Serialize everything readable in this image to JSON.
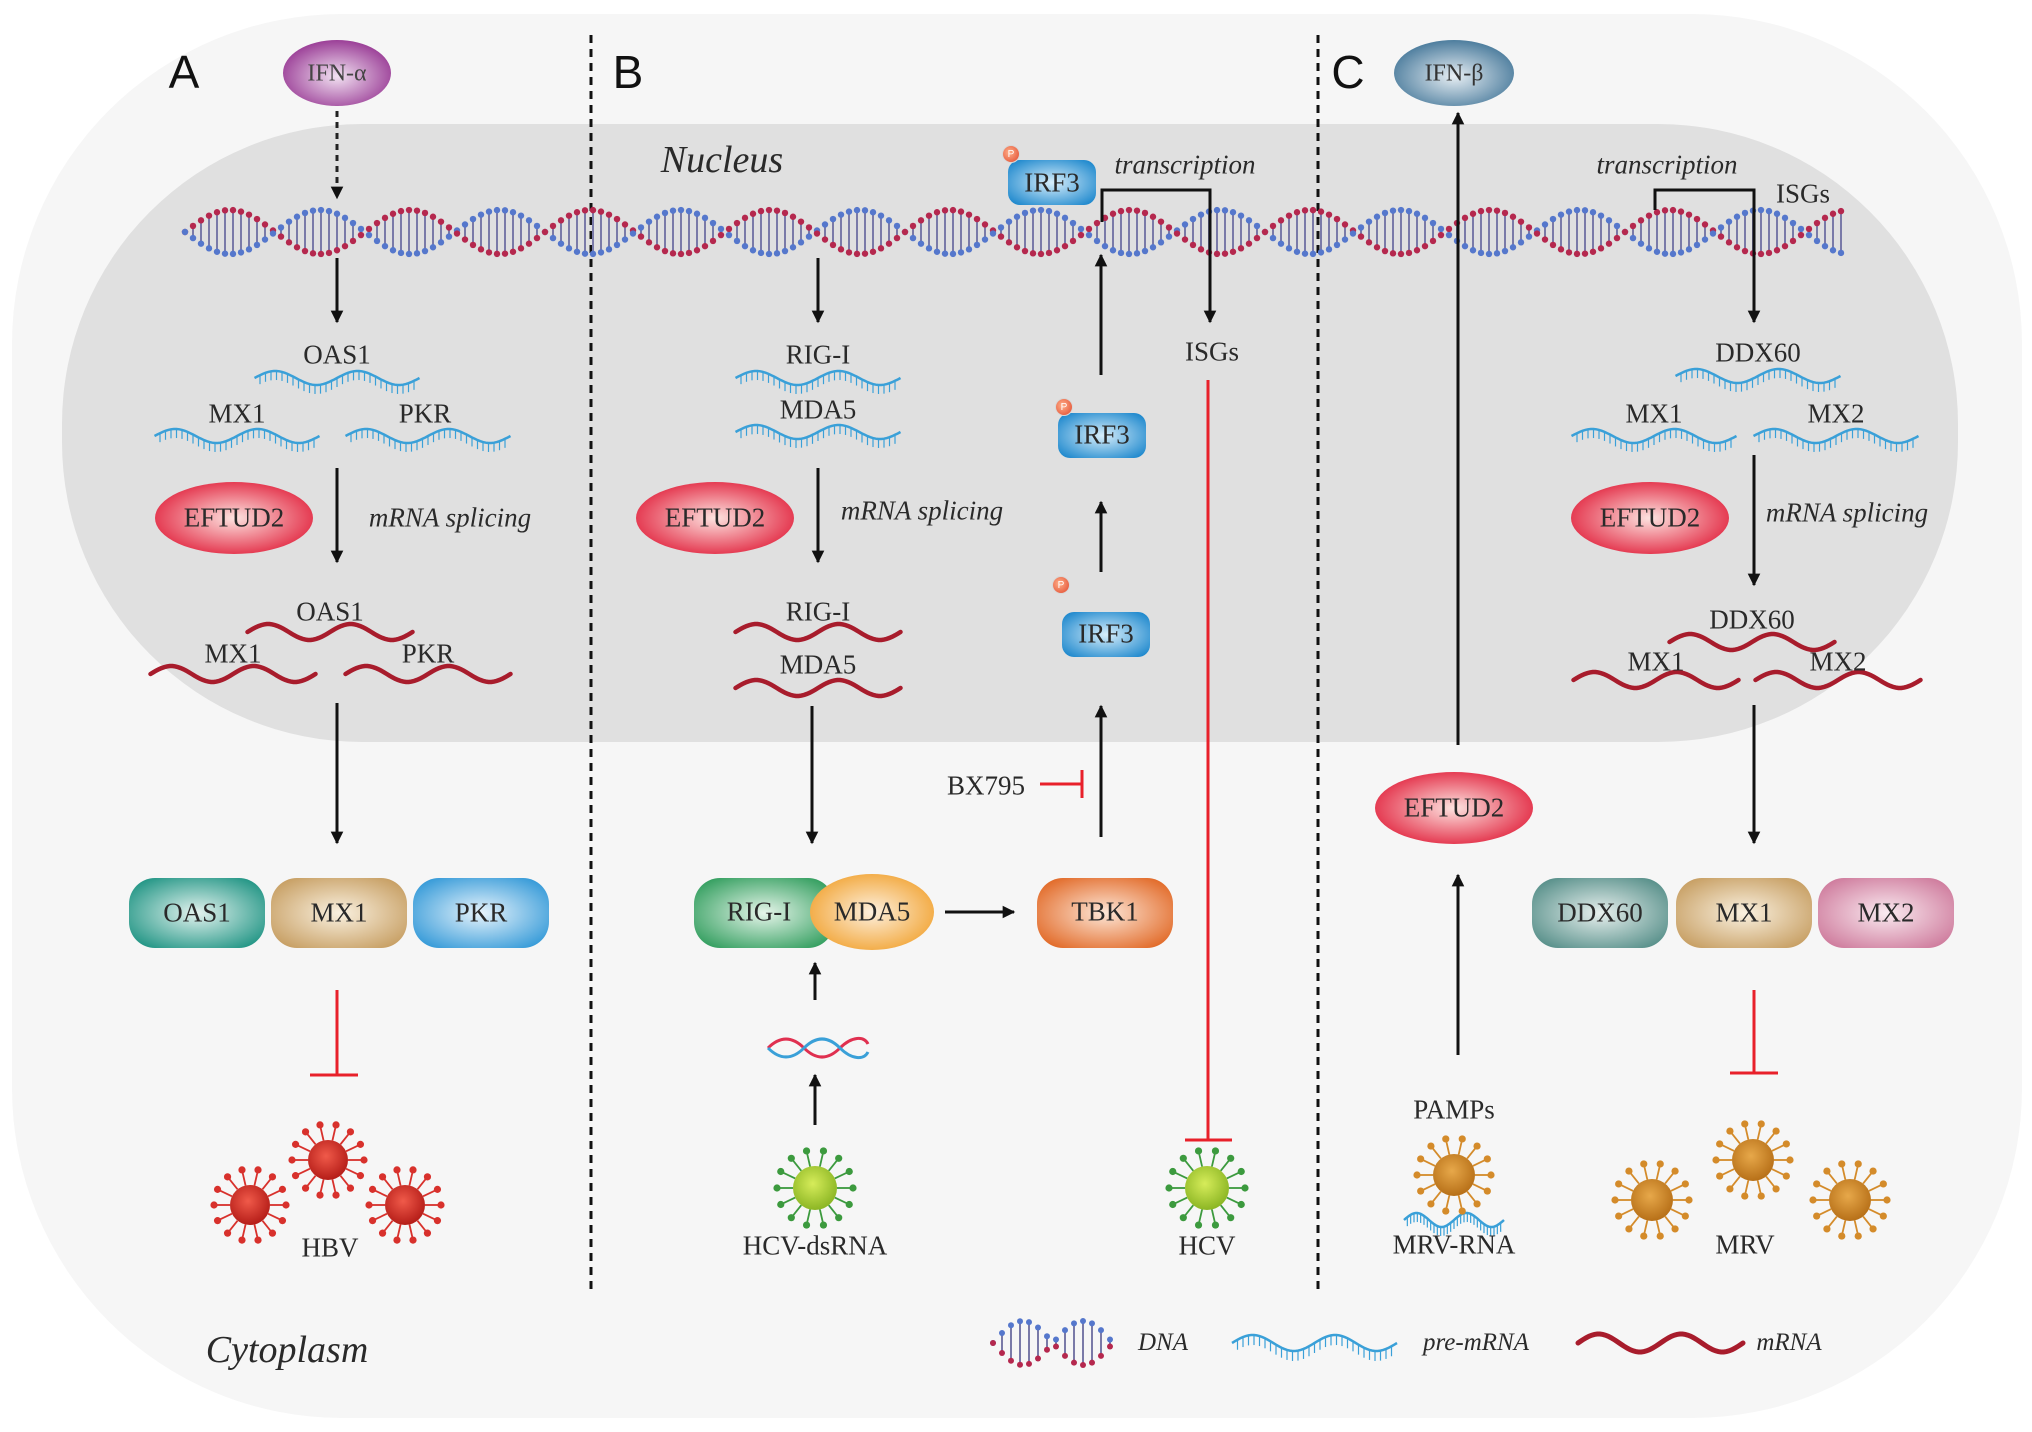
{
  "figure": {
    "panels": [
      {
        "id": "A",
        "letter": "A"
      },
      {
        "id": "B",
        "letter": "B"
      },
      {
        "id": "C",
        "letter": "C"
      }
    ],
    "compartments": {
      "nucleus": "Nucleus",
      "cytoplasm": "Cytoplasm"
    },
    "colors": {
      "cell_bg": "#f6f6f6",
      "nucleus_bg": "#e0e0e0",
      "inhibit_red": "#e8202a",
      "arrow_black": "#111111",
      "dna_blue": "#5577cc",
      "dna_red": "#b5284e",
      "premrna_blue": "#3aa0d8",
      "mrna_red": "#a81c2c"
    }
  },
  "panel_a": {
    "ligand": "IFN-α",
    "premrna": [
      "OAS1",
      "MX1",
      "PKR"
    ],
    "splicing_factor": "EFTUD2",
    "process": "mRNA splicing",
    "mrna": [
      "OAS1",
      "MX1",
      "PKR"
    ],
    "proteins": [
      "OAS1",
      "MX1",
      "PKR"
    ],
    "virus": "HBV"
  },
  "panel_b": {
    "premrna": [
      "RIG-I",
      "MDA5"
    ],
    "splicing_factor": "EFTUD2",
    "process": "mRNA splicing",
    "mrna": [
      "RIG-I",
      "MDA5"
    ],
    "sensor_proteins": [
      "RIG-I",
      "MDA5"
    ],
    "kinase": "TBK1",
    "inhibitor": "BX795",
    "transcription_factor": "IRF3",
    "phospho": "P",
    "transcription": "transcription",
    "isgs": "ISGs",
    "virus_ligand": "HCV-dsRNA",
    "virus": "HCV"
  },
  "panel_c": {
    "ligand": "IFN-β",
    "transcription": "transcription",
    "isgs": "ISGs",
    "premrna": [
      "DDX60",
      "MX1",
      "MX2"
    ],
    "splicing_factor_nuclear": "EFTUD2",
    "process": "mRNA splicing",
    "mrna": [
      "DDX60",
      "MX1",
      "MX2"
    ],
    "proteins": [
      "DDX60",
      "MX1",
      "MX2"
    ],
    "splicing_factor_cyto": "EFTUD2",
    "pamps": "PAMPs",
    "virus_ligand": "MRV-RNA",
    "virus": "MRV"
  },
  "legend": [
    {
      "key": "dna",
      "label": "DNA"
    },
    {
      "key": "premrna",
      "label": "pre-mRNA"
    },
    {
      "key": "mrna",
      "label": "mRNA"
    }
  ]
}
